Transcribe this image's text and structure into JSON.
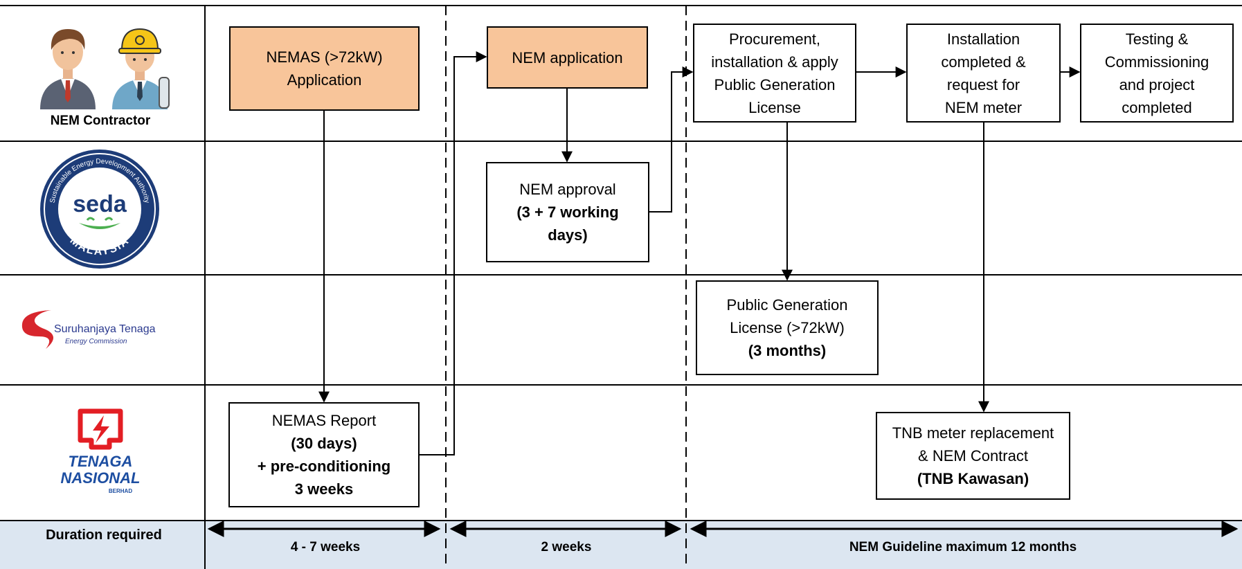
{
  "lanes": {
    "contractor_label": "NEM Contractor",
    "duration_label": "Duration required"
  },
  "logos": {
    "seda": {
      "brand": "seda",
      "ring_top": "Sustainable Energy Development Authority",
      "ring_bottom": "MALAYSIA"
    },
    "st": {
      "name": "Suruhanjaya Tenaga",
      "sub": "Energy Commission"
    },
    "tnb": {
      "line1": "TENAGA",
      "line2": "NASIONAL",
      "line3": "BERHAD"
    }
  },
  "boxes": {
    "nemas_app": {
      "lines": [
        "NEMAS (>72kW)",
        "Application"
      ]
    },
    "nem_app": {
      "lines": [
        "NEM application"
      ]
    },
    "procurement": {
      "lines": [
        "Procurement,",
        "installation & apply",
        "Public Generation",
        "License"
      ]
    },
    "install_done": {
      "lines": [
        "Installation",
        "completed &",
        "request for",
        "NEM meter"
      ]
    },
    "testing": {
      "lines": [
        "Testing &",
        "Commissioning",
        "and project",
        "completed"
      ]
    },
    "nem_approval": {
      "line1": "NEM approval",
      "bold": [
        "(3 + 7 working",
        "days)"
      ]
    },
    "pgl": {
      "lines": [
        "Public Generation",
        "License (>72kW)"
      ],
      "bold": "(3 months)"
    },
    "nemas_report": {
      "line1": "NEMAS Report",
      "bold": [
        "(30 days)",
        "+ pre-conditioning",
        "3 weeks"
      ]
    },
    "tnb_meter": {
      "lines": [
        "TNB meter replacement",
        "& NEM Contract"
      ],
      "bold": "(TNB Kawasan)"
    }
  },
  "durations": [
    "4 - 7 weeks",
    "2 weeks",
    "NEM Guideline maximum 12 months"
  ],
  "colors": {
    "orange_box": "#f8c59a",
    "duration_row": "#dce6f1",
    "seda_navy": "#1d3c78",
    "st_red": "#d7262d",
    "tnb_red": "#e31e24",
    "tnb_blue": "#1d4ea1"
  }
}
